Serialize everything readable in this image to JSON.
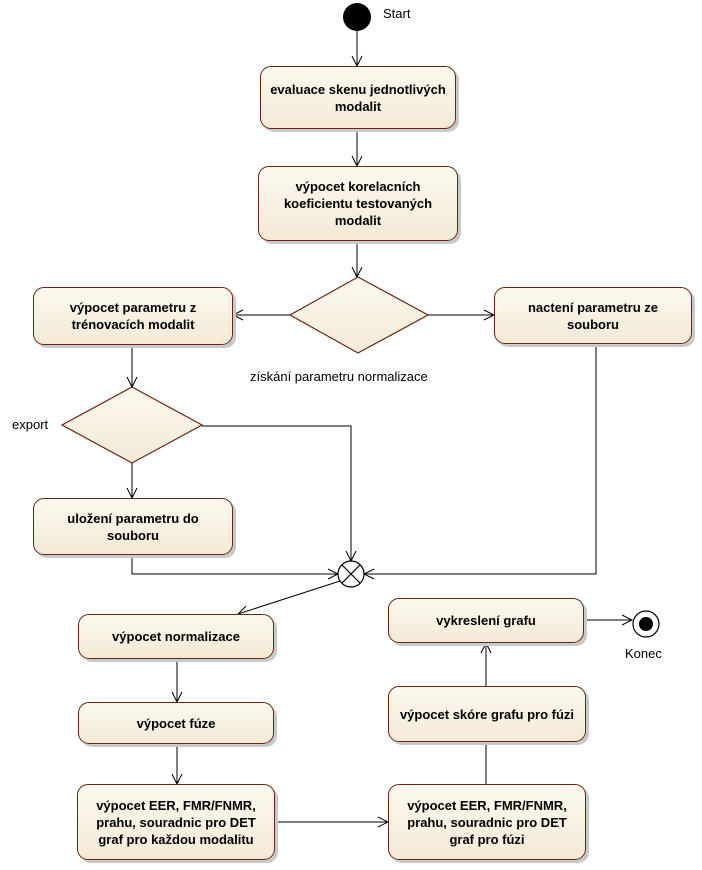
{
  "nodes": {
    "start_label": "Start",
    "evaluace": "evaluace skenu jednotlivých modalit",
    "korelace": "výpocet korelacních koeficientu testovaných modalit",
    "vypocet_param": "výpocet parametru z trénovacích modalit",
    "nacteni_param": "nactení parametru ze souboru",
    "ulozeni": "uložení parametru do souboru",
    "normalizace": "výpocet normalizace",
    "fuze": "výpocet fúze",
    "eer_modality": "výpocet EER, FMR/FNMR, prahu, souradnic pro DET graf pro každou modalitu",
    "eer_fuze": "výpocet EER, FMR/FNMR, prahu, souradnic pro DET graf pro fúzi",
    "skore": "výpocet skóre grafu pro fúzi",
    "vykresleni": "vykreslení grafu",
    "end_label": "Konec"
  },
  "labels": {
    "decision_normalizace": "získání parametru normalizace",
    "decision_export": "export"
  },
  "colors": {
    "border": "#6b2410",
    "fill_top": "#fdf9f0",
    "fill_bottom": "#f3ead6",
    "shadow": "#c9c9c9",
    "line": "#000000"
  }
}
